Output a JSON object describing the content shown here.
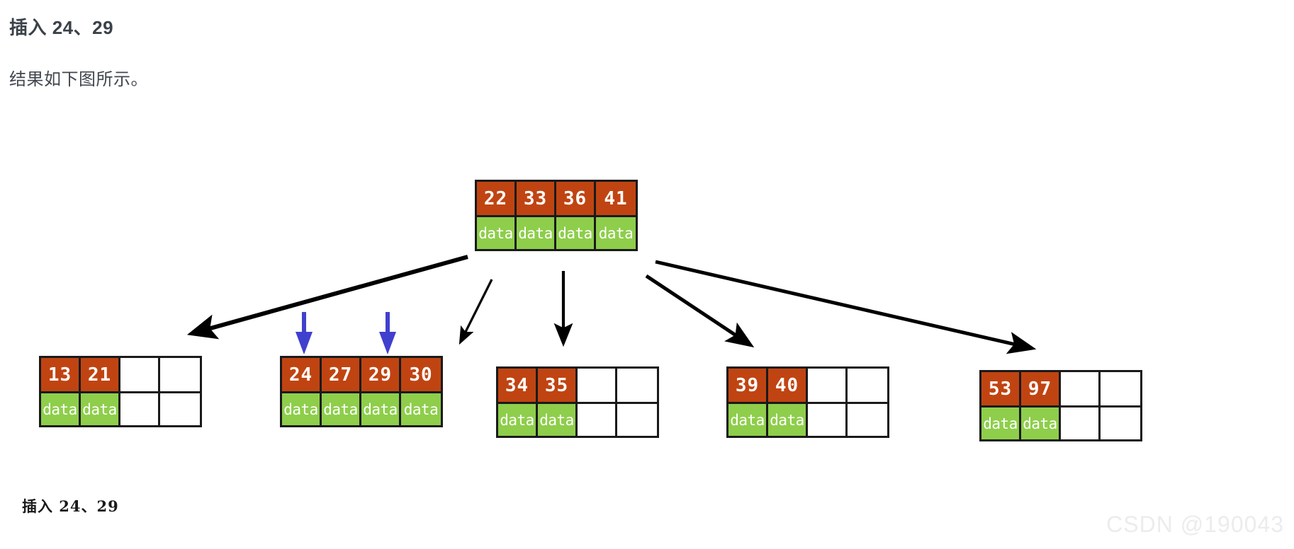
{
  "article": {
    "heading": "插入 24、29",
    "paragraph": "结果如下图所示。"
  },
  "figure": {
    "caption": "插入 24、29",
    "colors": {
      "key_cell": "#c04412",
      "data_cell": "#8ece4b",
      "border": "#1a1a1a",
      "arrow": "#000000",
      "insert_marker": "#4040ce",
      "watermark": "#ececec"
    },
    "data_label": "data",
    "root": {
      "name": "root-node",
      "keys": [
        "22",
        "33",
        "36",
        "41"
      ],
      "data": [
        "data",
        "data",
        "data",
        "data"
      ],
      "capacity": 4
    },
    "leaves": [
      {
        "name": "leaf-node-1",
        "keys": [
          "13",
          "21",
          "",
          ""
        ],
        "data": [
          "data",
          "data",
          "",
          ""
        ],
        "capacity": 4
      },
      {
        "name": "leaf-node-2",
        "keys": [
          "24",
          "27",
          "29",
          "30"
        ],
        "data": [
          "data",
          "data",
          "data",
          "data"
        ],
        "capacity": 4
      },
      {
        "name": "leaf-node-3",
        "keys": [
          "34",
          "35",
          "",
          ""
        ],
        "data": [
          "data",
          "data",
          "",
          ""
        ],
        "capacity": 4
      },
      {
        "name": "leaf-node-4",
        "keys": [
          "39",
          "40",
          "",
          ""
        ],
        "data": [
          "data",
          "data",
          "",
          ""
        ],
        "capacity": 4
      },
      {
        "name": "leaf-node-5",
        "keys": [
          "53",
          "97",
          "",
          ""
        ],
        "data": [
          "data",
          "data",
          "",
          ""
        ],
        "capacity": 4
      }
    ],
    "inserted_keys": [
      "24",
      "29"
    ],
    "pointer_count": 5
  },
  "watermark": {
    "text": "CSDN @190043"
  }
}
